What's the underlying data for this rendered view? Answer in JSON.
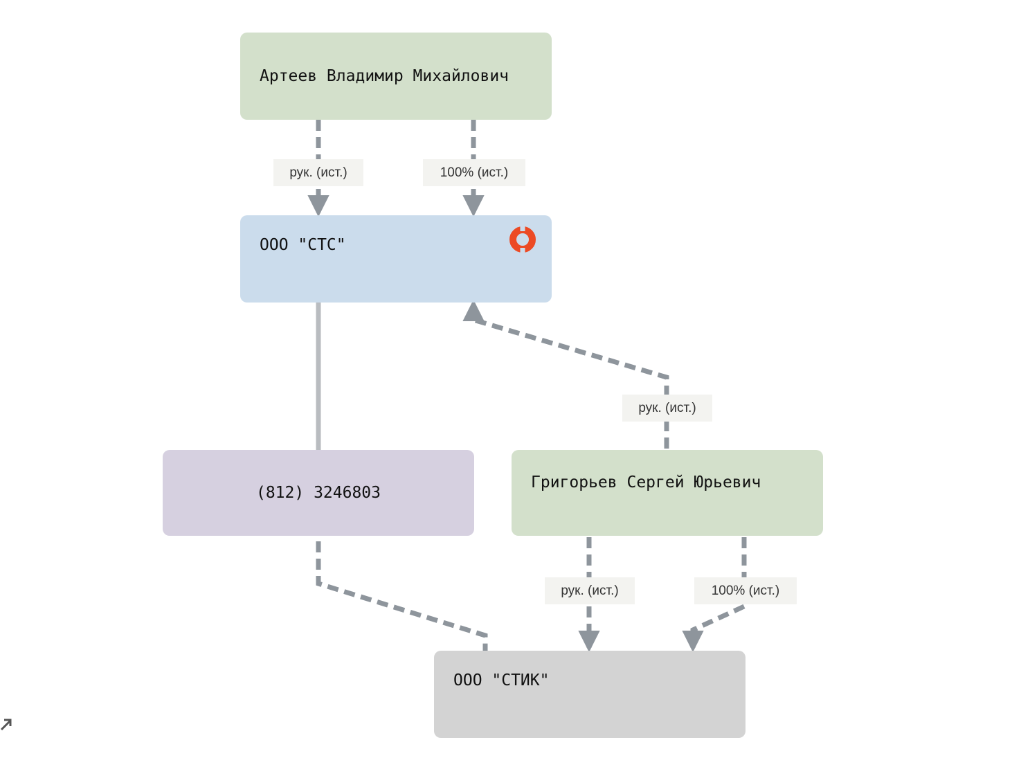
{
  "diagram": {
    "nodes": {
      "arteev": {
        "label": "Артеев Владимир Михайлович",
        "color": "#d3e0cb"
      },
      "sts": {
        "label": "ООО \"СТС\"",
        "color": "#cbdcec",
        "badge_icon": "ring-logo-icon",
        "badge_color": "#ec4a24"
      },
      "phone": {
        "label": "(812) 3246803",
        "color": "#d6d0e0"
      },
      "grigoriev": {
        "label": "Григорьев Сергей Юрьевич",
        "color": "#d3e0cb"
      },
      "stik": {
        "label": "ООО \"СТИК\"",
        "color": "#d3d3d3"
      }
    },
    "edges": [
      {
        "id": "arteev-sts-ruk",
        "from": "Артеев Владимир Михайлович",
        "to": "ООО \"СТС\"",
        "label": "рук. (ист.)",
        "style": "dashed"
      },
      {
        "id": "arteev-sts-share",
        "from": "Артеев Владимир Михайлович",
        "to": "ООО \"СТС\"",
        "label": "100% (ист.)",
        "style": "dashed"
      },
      {
        "id": "sts-phone",
        "from": "ООО \"СТС\"",
        "to": "(812) 3246803",
        "label": "",
        "style": "solid"
      },
      {
        "id": "grigoriev-sts-ruk",
        "from": "Григорьев Сергей Юрьевич",
        "to": "ООО \"СТС\"",
        "label": "рук. (ист.)",
        "style": "dashed"
      },
      {
        "id": "phone-stik",
        "from": "(812) 3246803",
        "to": "ООО \"СТИК\"",
        "label": "",
        "style": "dashed"
      },
      {
        "id": "grigoriev-stik-ruk",
        "from": "Григорьев Сергей Юрьевич",
        "to": "ООО \"СТИК\"",
        "label": "рук. (ист.)",
        "style": "dashed"
      },
      {
        "id": "grigoriev-stik-share",
        "from": "Григорьев Сергей Юрьевич",
        "to": "ООО \"СТИК\"",
        "label": "100% (ист.)",
        "style": "dashed"
      }
    ],
    "edge_color": "#8e959c",
    "solid_edge_color": "#b9bcc0"
  },
  "corner_icon": "external-link-icon"
}
